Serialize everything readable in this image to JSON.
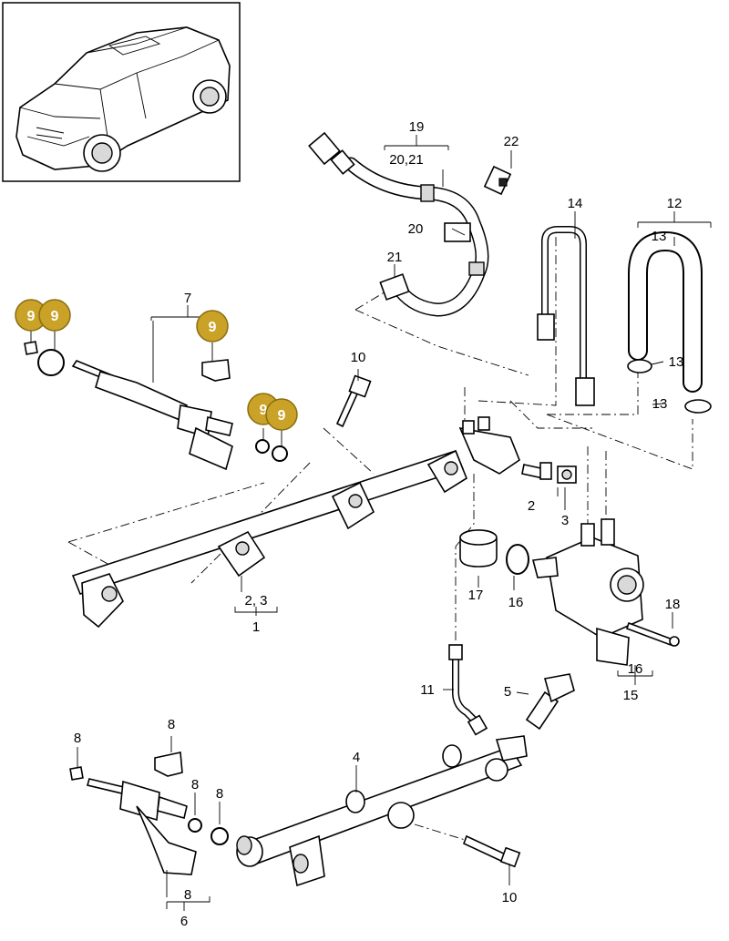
{
  "diagram": {
    "badge_color": "#c9a227",
    "badge_stroke": "#8a6d10",
    "callouts": {
      "n1": "1",
      "n2_3": "2, 3",
      "n2": "2",
      "n3": "3",
      "n4": "4",
      "n5": "5",
      "n6": "6",
      "n7": "7",
      "n8a": "8",
      "n8b": "8",
      "n8c": "8",
      "n8d": "8",
      "n8e": "8",
      "n9a": "9",
      "n9b": "9",
      "n9c": "9",
      "n9d": "9",
      "n9e": "9",
      "n10a": "10",
      "n10b": "10",
      "n11": "11",
      "n12": "12",
      "n13a": "13",
      "n13b": "13",
      "n13c": "13",
      "n14": "14",
      "n15": "15",
      "n16a": "16",
      "n16b": "16",
      "n17": "17",
      "n18": "18",
      "n19": "19",
      "n20_21": "20,21",
      "n20": "20",
      "n21": "21",
      "n22": "22"
    }
  }
}
